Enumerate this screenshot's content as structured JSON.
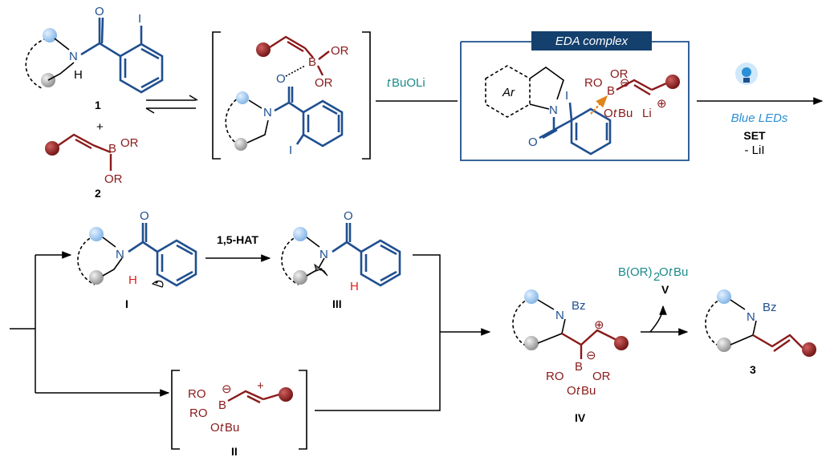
{
  "labels": {
    "cmp1": "1",
    "cmp2": "2",
    "cmp3": "3",
    "intI": "I",
    "intII": "II",
    "intIII": "III",
    "intIV": "IV",
    "intV": "V"
  },
  "atoms": {
    "O": "O",
    "N": "N",
    "I": "I",
    "H": "H",
    "B": "B",
    "OR": "OR",
    "RO": "RO",
    "OtBu_O": "O",
    "OtBu_t": "t",
    "OtBu_Bu": "Bu",
    "Bz": "Bz",
    "Li": "Li",
    "Ar": "Ar",
    "plus": "+",
    "charge_plus": "⊕",
    "charge_minus": "⊖"
  },
  "reagents": {
    "base_t": "t",
    "base_rest": "BuOLi",
    "eda_title": "EDA complex",
    "light": "Blue LEDs",
    "set": "SET",
    "byproduct": "- LiI",
    "hat": "1,5-HAT",
    "borate_B": "B(OR)",
    "borate_2": "2",
    "borate_O": "O",
    "borate_t": "t",
    "borate_Bu": "Bu"
  },
  "colors": {
    "scaffold_blue": "#1f4f8f",
    "boron_red": "#8a1a1a",
    "reagent_teal": "#1d8a8a",
    "light_blue": "#2a8fd6",
    "orange_arrow": "#e0841c"
  },
  "icons": [
    "bulb-icon"
  ]
}
